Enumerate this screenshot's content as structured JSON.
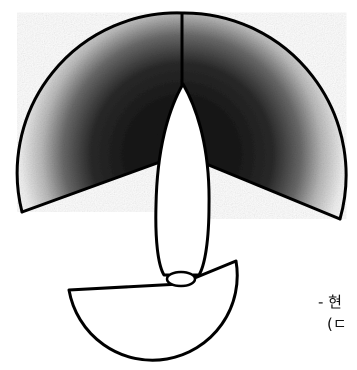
{
  "diagram": {
    "sectors": [
      {
        "name": "port-forward-sector",
        "shaded": true
      },
      {
        "name": "starboard-forward-sector",
        "shaded": true
      },
      {
        "name": "stern-sector",
        "shaded": false
      }
    ],
    "center_object": "hull",
    "caption_lines": [
      "- 현",
      "(ㄷ"
    ],
    "colors": {
      "outline": "#000000",
      "fill": "#ffffff",
      "shade_core": "#151515"
    }
  }
}
